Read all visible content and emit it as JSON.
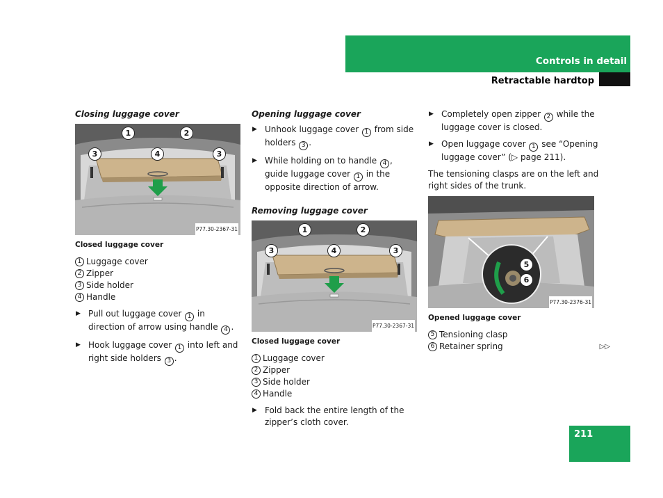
{
  "header": {
    "section": "Controls in detail",
    "subsection": "Retractable hardtop"
  },
  "col1": {
    "heading": "Closing luggage cover",
    "figure": {
      "ref": "P77.30-2367-31",
      "caption": "Closed luggage cover",
      "callouts": [
        "1",
        "2",
        "3",
        "4",
        "3"
      ]
    },
    "legend": [
      {
        "num": "1",
        "text": "Luggage cover"
      },
      {
        "num": "2",
        "text": "Zipper"
      },
      {
        "num": "3",
        "text": "Side holder"
      },
      {
        "num": "4",
        "text": "Handle"
      }
    ],
    "step1": {
      "a": "Pull out luggage cover ",
      "n1": "1",
      "b": " in direction of arrow using handle ",
      "n2": "4",
      "c": "."
    },
    "step2": {
      "a": "Hook luggage cover ",
      "n1": "1",
      "b": " into left and right side holders ",
      "n2": "3",
      "c": "."
    }
  },
  "col2": {
    "heading1": "Opening luggage cover",
    "step1": {
      "a": "Unhook luggage cover ",
      "n1": "1",
      "b": " from side holders ",
      "n2": "3",
      "c": "."
    },
    "step2": {
      "a": "While holding on to handle ",
      "n1": "4",
      "b": ", guide luggage cover ",
      "n2": "1",
      "c": " in the opposite direction of arrow."
    },
    "heading2": "Removing luggage cover",
    "figure": {
      "ref": "P77.30-2367-31",
      "caption": "Closed luggage cover",
      "callouts": [
        "1",
        "2",
        "3",
        "4",
        "3"
      ]
    },
    "legend": [
      {
        "num": "1",
        "text": "Luggage cover"
      },
      {
        "num": "2",
        "text": "Zipper"
      },
      {
        "num": "3",
        "text": "Side holder"
      },
      {
        "num": "4",
        "text": "Handle"
      }
    ],
    "step3": "Fold back the entire length of the zipper’s cloth cover."
  },
  "col3": {
    "step1": {
      "a": "Completely open zipper ",
      "n1": "2",
      "b": " while the luggage cover is closed."
    },
    "step2": {
      "a": "Open luggage cover ",
      "n1": "1",
      "b": " see “Opening luggage cover” (",
      "tri": "▷",
      "c": " page 211)."
    },
    "para": "The tensioning clasps are on the left and right sides of the trunk.",
    "figure": {
      "ref": "P77.30-2376-31",
      "caption": "Opened luggage cover",
      "callouts": [
        "5",
        "6"
      ]
    },
    "legend": [
      {
        "num": "5",
        "text": "Tensioning clasp"
      },
      {
        "num": "6",
        "text": "Retainer spring"
      }
    ],
    "continue": "▷▷"
  },
  "page": {
    "number": "211"
  },
  "colors": {
    "brand_green": "#1aa55a",
    "cover_beige": "#cdb48c",
    "arrow_green": "#1f9e4a"
  }
}
